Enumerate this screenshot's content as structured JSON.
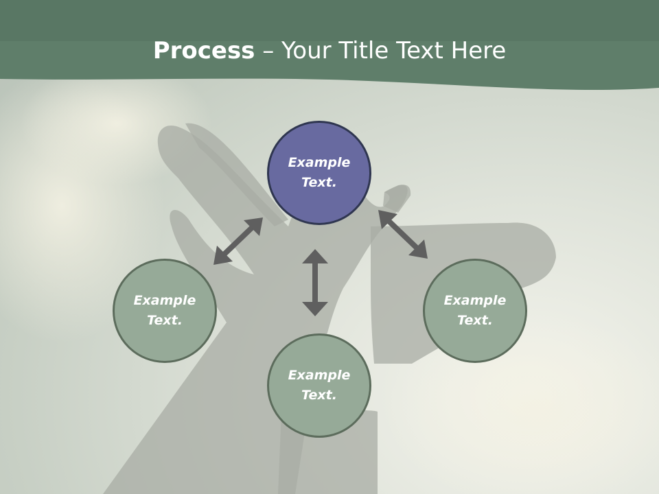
{
  "header": {
    "title_bold": "Process",
    "title_rest": " – Your Title Text Here"
  },
  "nodes": [
    {
      "label": "Example Text.",
      "state": "active"
    },
    {
      "label": "Example Text."
    },
    {
      "label": "Example Text."
    },
    {
      "label": "Example Text."
    }
  ],
  "colors": {
    "header_band": "#5f7e6a",
    "active_node": "#686aa0",
    "node": "#96aa98",
    "arrow": "#5f5f5f"
  }
}
